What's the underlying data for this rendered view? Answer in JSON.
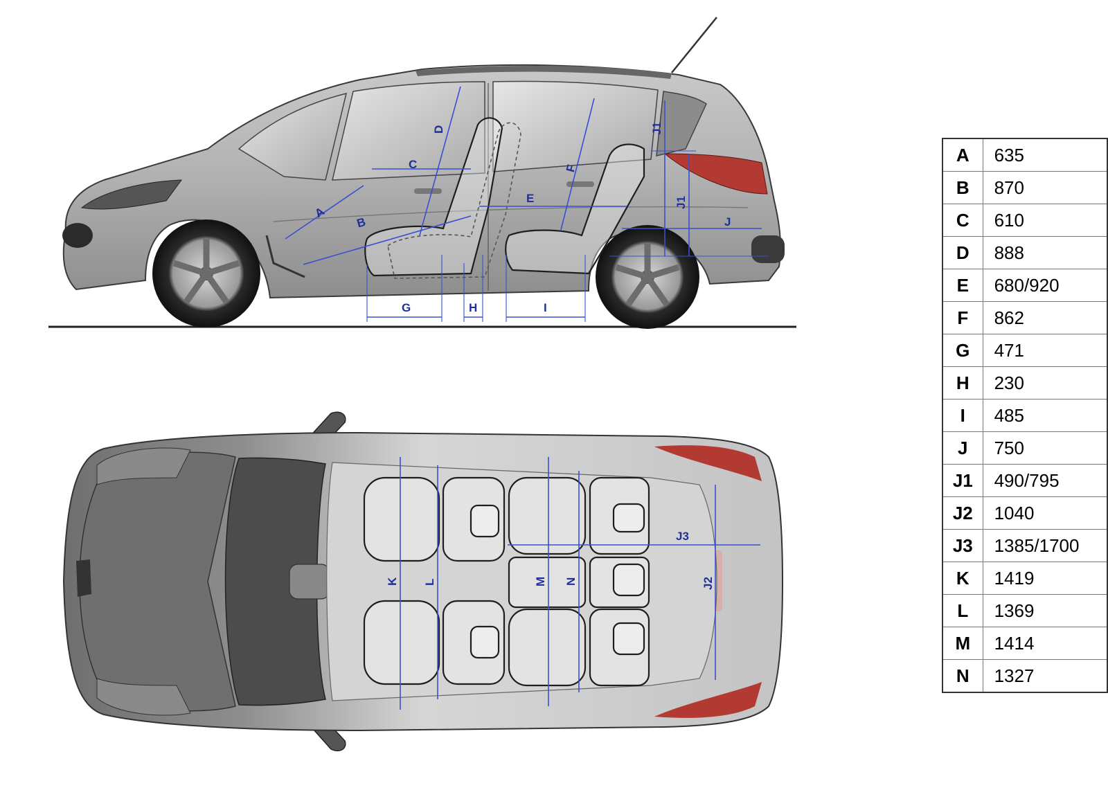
{
  "dimension_labels": {
    "side": [
      "A",
      "B",
      "C",
      "D",
      "E",
      "F",
      "G",
      "H",
      "I",
      "J",
      "J1",
      "J1"
    ],
    "top": [
      "J3",
      "J2",
      "K",
      "L",
      "M",
      "N"
    ]
  },
  "spec_table": [
    {
      "code": "A",
      "value": "635"
    },
    {
      "code": "B",
      "value": "870"
    },
    {
      "code": "C",
      "value": "610"
    },
    {
      "code": "D",
      "value": "888"
    },
    {
      "code": "E",
      "value": "680/920"
    },
    {
      "code": "F",
      "value": "862"
    },
    {
      "code": "G",
      "value": "471"
    },
    {
      "code": "H",
      "value": "230"
    },
    {
      "code": "I",
      "value": "485"
    },
    {
      "code": "J",
      "value": "750"
    },
    {
      "code": "J1",
      "value": "490/795"
    },
    {
      "code": "J2",
      "value": "1040"
    },
    {
      "code": "J3",
      "value": "1385/1700"
    },
    {
      "code": "K",
      "value": "1419"
    },
    {
      "code": "L",
      "value": "1369"
    },
    {
      "code": "M",
      "value": "1414"
    },
    {
      "code": "N",
      "value": "1327"
    }
  ],
  "colors": {
    "dimension_lines": "#3a4fd0",
    "dimension_text": "#1f2f9a",
    "body_paint": "#9a9a9a",
    "tail_light": "#c0392b"
  }
}
